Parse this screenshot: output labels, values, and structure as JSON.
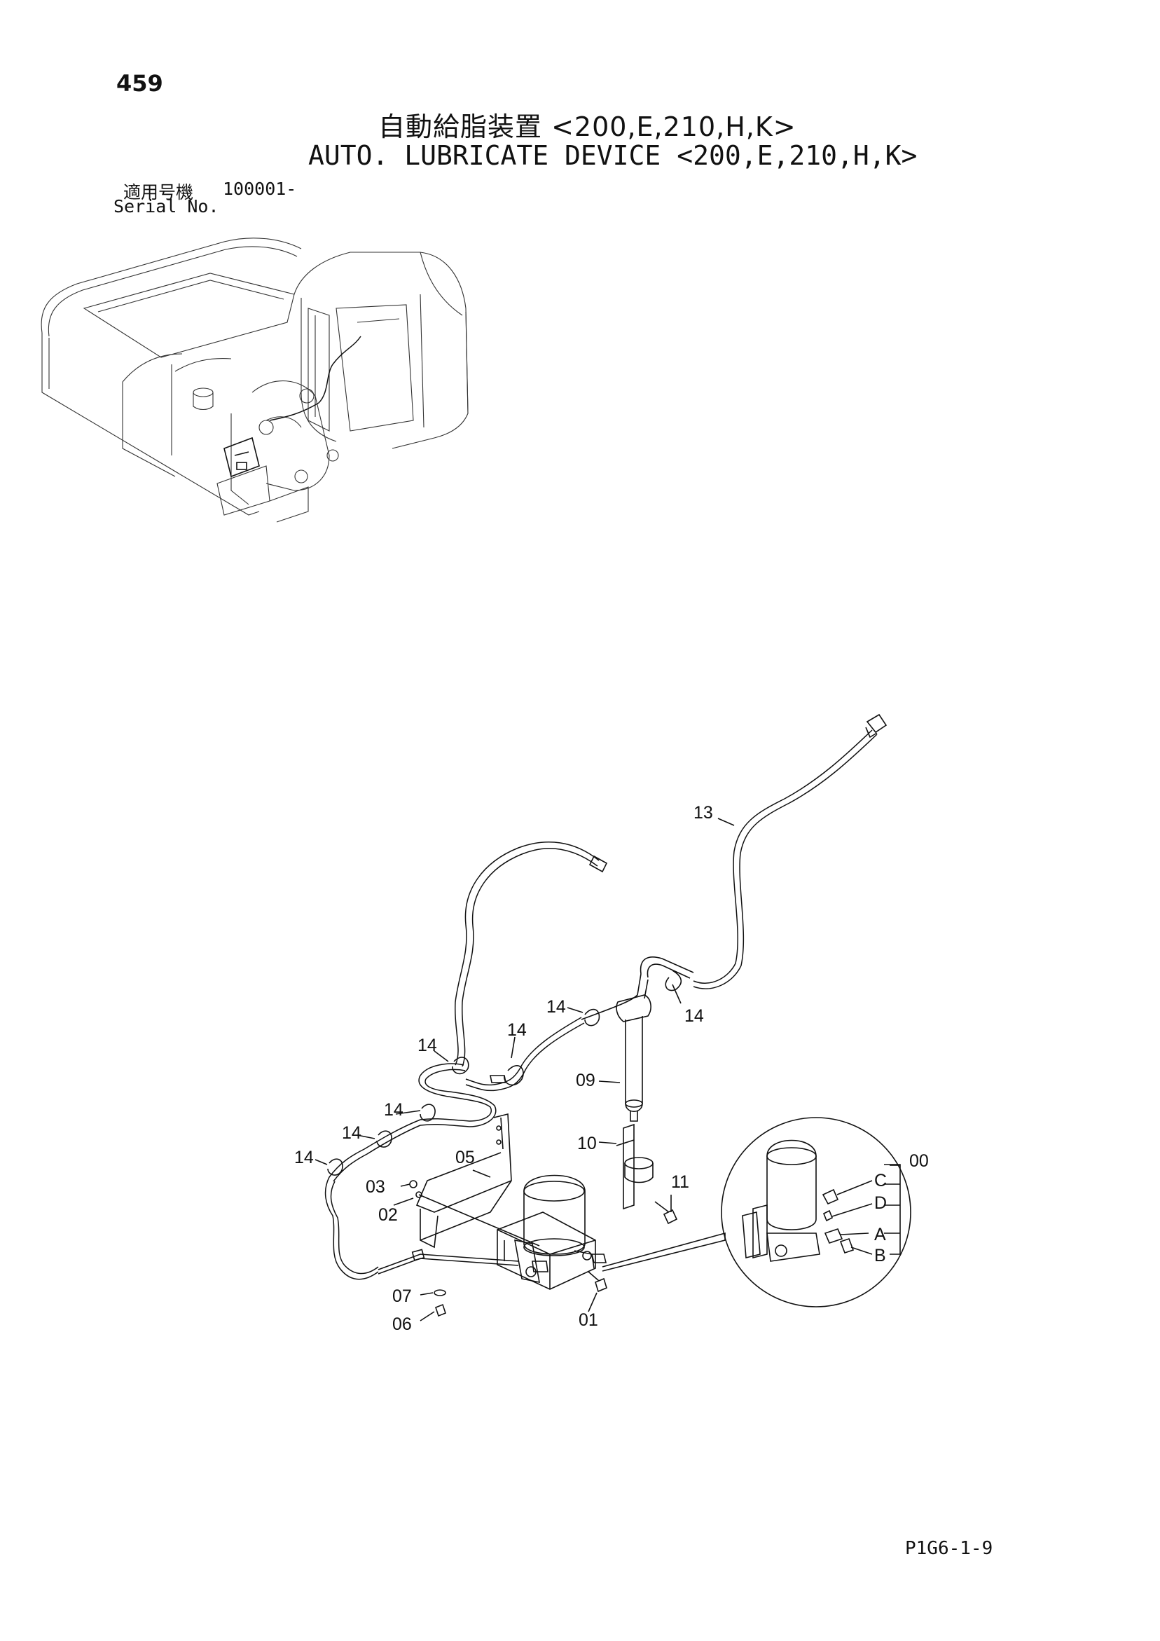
{
  "header": {
    "page_number": "459",
    "title_jp": "自動給脂装置 <200,E,210,H,K>",
    "title_en": "AUTO. LUBRICATE DEVICE <200,E,210,H,K>",
    "serial_label_jp": "適用号機",
    "serial_value": "100001-",
    "serial_label_en": "Serial No."
  },
  "callouts": {
    "c13": "13",
    "c14a": "14",
    "c14b": "14",
    "c14c": "14",
    "c14d": "14",
    "c14e": "14",
    "c14f": "14",
    "c14g": "14",
    "c09": "09",
    "c10": "10",
    "c11": "11",
    "c05": "05",
    "c03": "03",
    "c02": "02",
    "c07": "07",
    "c06": "06",
    "c01": "01",
    "c00": "00",
    "cC": "C",
    "cD": "D",
    "cA": "A",
    "cB": "B"
  },
  "footer": {
    "page_code": "P1G6-1-9"
  }
}
